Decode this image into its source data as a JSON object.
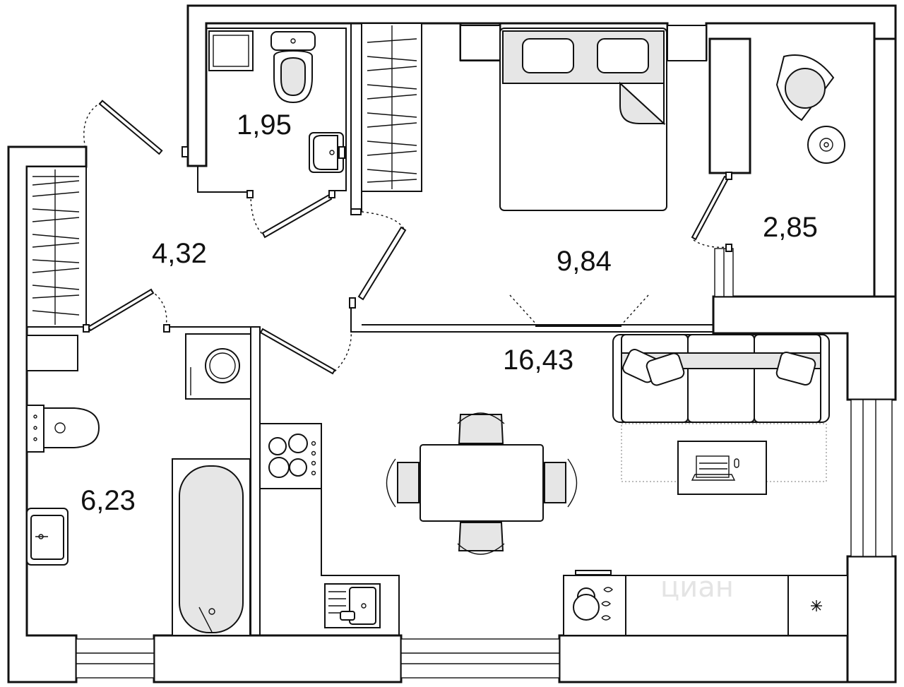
{
  "rooms": [
    {
      "id": "bathroom",
      "area": "1,95"
    },
    {
      "id": "hall",
      "area": "4,32"
    },
    {
      "id": "bedroom",
      "area": "9,84"
    },
    {
      "id": "loggia",
      "area": "2,85"
    },
    {
      "id": "kitchen-living",
      "area": "16,43"
    },
    {
      "id": "bath-large",
      "area": "6,23"
    }
  ],
  "watermark": "циан"
}
